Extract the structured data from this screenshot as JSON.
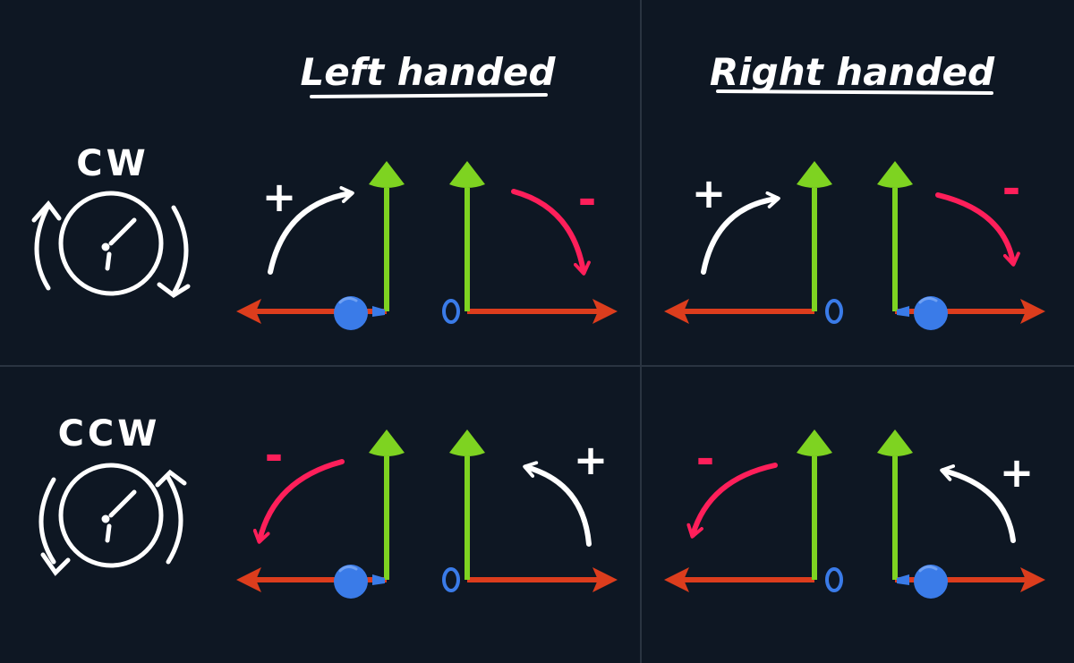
{
  "headings": {
    "left_handed": "Left handed",
    "right_handed": "Right handed"
  },
  "rows": [
    {
      "id": "cw",
      "label": "CW",
      "clock_arrows": "clockwise"
    },
    {
      "id": "ccw",
      "label": "CCW",
      "clock_arrows": "counter-clockwise"
    }
  ],
  "signs": {
    "positive": "+",
    "negative": "-"
  },
  "colors": {
    "background": "#0e1723",
    "grid_line": "#2a3441",
    "x_axis": "#dc3d1d",
    "y_axis": "#7ed321",
    "z_axis": "#3a7be8",
    "positive_arrow": "#ffffff",
    "negative_arrow": "#ff1f5a",
    "text": "#ffffff"
  }
}
